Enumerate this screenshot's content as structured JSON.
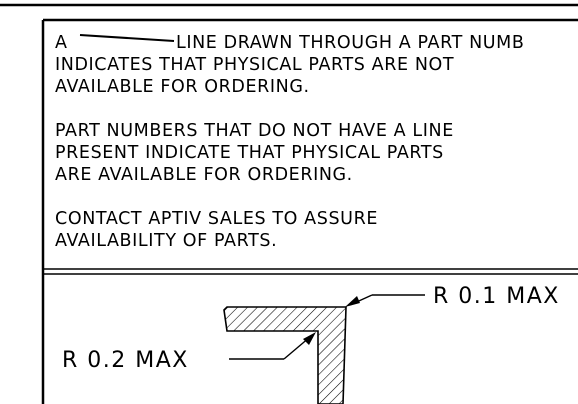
{
  "note": {
    "lead_letter": "A",
    "line1_rest": "LINE DRAWN THROUGH A PART NUMB",
    "line2": "INDICATES THAT PHYSICAL PARTS ARE NOT",
    "line3": "AVAILABLE FOR ORDERING.",
    "line4": "PART NUMBERS THAT DO NOT HAVE A LINE",
    "line5": "PRESENT INDICATE THAT PHYSICAL PARTS",
    "line6": "ARE AVAILABLE FOR ORDERING.",
    "line7": "CONTACT APTIV SALES TO ASSURE",
    "line8": "AVAILABILITY OF PARTS."
  },
  "detail": {
    "outer_radius_label": "R 0.1 MAX",
    "inner_radius_label": "R 0.2 MAX"
  }
}
